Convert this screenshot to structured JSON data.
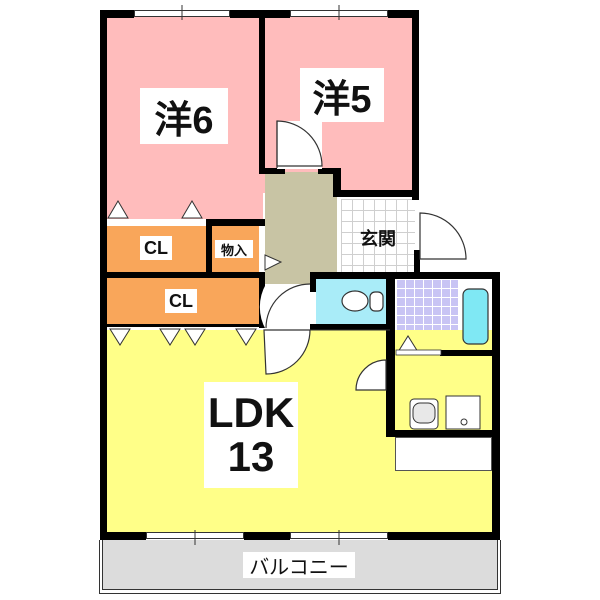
{
  "floor_plan": {
    "layout": "2LDK",
    "rooms": [
      {
        "id": "western-room-6",
        "label": "洋6",
        "type": "Western-style room",
        "size_jo": 6,
        "color": "#ffbcbc"
      },
      {
        "id": "western-room-5",
        "label": "洋5",
        "type": "Western-style room",
        "size_jo": 5,
        "color": "#ffbcbc"
      },
      {
        "id": "closet-1",
        "label": "CL",
        "type": "Closet",
        "color": "#f9a65a"
      },
      {
        "id": "storage",
        "label": "物入",
        "type": "Storage",
        "color": "#f9a65a"
      },
      {
        "id": "closet-2",
        "label": "CL",
        "type": "Closet",
        "color": "#f9a65a"
      },
      {
        "id": "entrance",
        "label": "玄関",
        "type": "Entrance",
        "color": "#ffffff"
      },
      {
        "id": "hallway",
        "label": "",
        "type": "Hallway",
        "color": "#c8c4a4"
      },
      {
        "id": "toilet",
        "label": "",
        "type": "Toilet",
        "color": "#a9ecf8"
      },
      {
        "id": "bathroom",
        "label": "",
        "type": "Bathroom",
        "color": "#c8c4f4"
      },
      {
        "id": "washroom",
        "label": "",
        "type": "Washroom",
        "color": "#7fe8f4"
      },
      {
        "id": "ldk",
        "label_line1": "LDK",
        "label_line2": "13",
        "type": "Living Dining Kitchen",
        "size_jo": 13,
        "color": "#ffff88"
      },
      {
        "id": "balcony",
        "label": "バルコニー",
        "type": "Balcony",
        "color": "#dcdcdc"
      }
    ]
  },
  "colors": {
    "wall": "#000000",
    "bedroom": "#ffbcbc",
    "closet": "#f9a65a",
    "hallway": "#c8c4a4",
    "ldk": "#ffff88",
    "toilet": "#a9ecf8",
    "bath": "#c8c4f4",
    "washroom": "#7fe8f4",
    "balcony": "#dcdcdc"
  }
}
